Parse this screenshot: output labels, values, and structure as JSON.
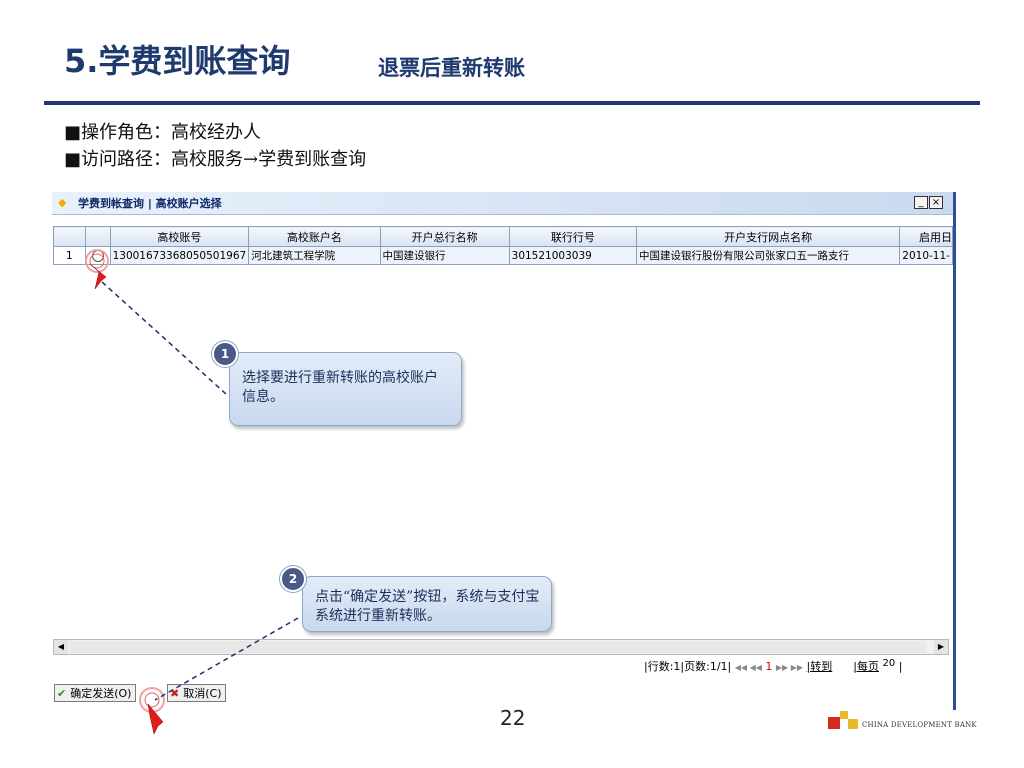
{
  "slide": {
    "title": "5.学费到账查询",
    "subtitle": "退票后重新转账",
    "bullets": [
      "■操作角色：高校经办人",
      "■访问路径：高校服务→学费到账查询"
    ],
    "page_number": "22"
  },
  "window": {
    "title": "学费到帐查询 | 高校账户选择",
    "minimize_label": "_",
    "close_label": "×"
  },
  "table": {
    "columns": [
      "",
      "",
      "高校账号",
      "高校账户名",
      "开户总行名称",
      "联行行号",
      "开户支行网点名称",
      "启用日"
    ],
    "rows": [
      [
        "1",
        "",
        "13001673368050501967",
        "河北建筑工程学院",
        "中国建设银行",
        "301521003039",
        "中国建设银行股份有限公司张家口五一路支行",
        "2010-11-"
      ]
    ]
  },
  "pager": {
    "rows_text": "|行数:1|页数:1/1|",
    "nav_prev": "◀◀ ◀◀",
    "current_page": "1",
    "nav_next": "▶▶ ▶▶",
    "goto_label": "|转到",
    "per_page_label": "|每页",
    "per_page_value": "20",
    "end": "|"
  },
  "buttons": {
    "confirm_label": "确定发送(O)",
    "cancel_label": "取消(C)"
  },
  "callouts": [
    {
      "step": "1",
      "text": "选择要进行重新转账的高校账户信息。"
    },
    {
      "step": "2",
      "text": "点击“确定发送”按钮，系统与支付宝系统进行重新转账。"
    }
  ],
  "footer": {
    "logo_text": "CHINA DEVELOPMENT BANK",
    "logo_colors": [
      "#d62a1e",
      "#e8b92a"
    ]
  }
}
